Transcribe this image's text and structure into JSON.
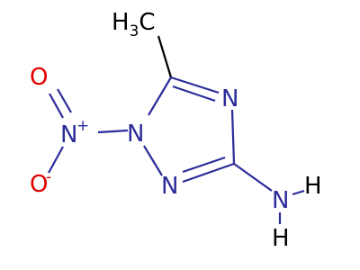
{
  "molecule": {
    "atoms": {
      "methyl": {
        "main": "H",
        "sub": "3",
        "tail": "C",
        "color": "#000000"
      },
      "nitro_o_top": {
        "label": "O",
        "color": "#e00000"
      },
      "nitro_n": {
        "label": "N",
        "charge": "+",
        "color": "#2b2b9a"
      },
      "nitro_o_bottom": {
        "label": "O",
        "charge": "-",
        "color": "#e00000"
      },
      "ring_n1": {
        "label": "N",
        "color": "#2b2b9a"
      },
      "ring_n2": {
        "label": "N",
        "color": "#2b2b9a"
      },
      "ring_n4": {
        "label": "N",
        "color": "#2b2b9a"
      },
      "amine_n": {
        "label": "N",
        "color": "#2b2b9a"
      },
      "amine_h1": {
        "label": "H",
        "color": "#000000"
      },
      "amine_h2": {
        "label": "H",
        "color": "#000000"
      }
    },
    "colors": {
      "carbon_bond": "#000000",
      "nitrogen": "#2b2b9a",
      "oxygen": "#e00000"
    }
  }
}
